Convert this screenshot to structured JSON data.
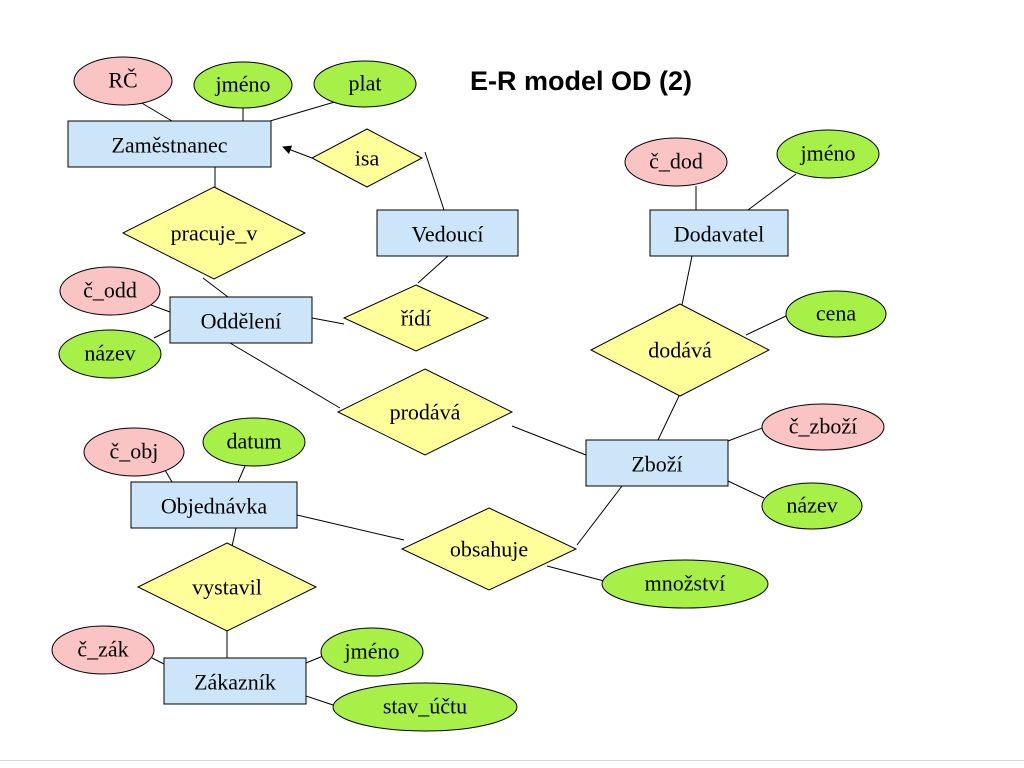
{
  "title": "E-R model OD (2)",
  "colors": {
    "entity": "#cce5f8",
    "relationship": "#ffff99",
    "key_attribute": "#fbc4c4",
    "attribute": "#a6f047",
    "stroke": "#000000"
  },
  "entities": [
    {
      "id": "zamestnanec",
      "label": "Zaměstnanec"
    },
    {
      "id": "vedouci",
      "label": "Vedoucí"
    },
    {
      "id": "dodavatel",
      "label": "Dodavatel"
    },
    {
      "id": "oddeleni",
      "label": "Oddělení"
    },
    {
      "id": "zbozi",
      "label": "Zboží"
    },
    {
      "id": "objednavka",
      "label": "Objednávka"
    },
    {
      "id": "zakaznik",
      "label": "Zákazník"
    }
  ],
  "relationships": [
    {
      "id": "isa",
      "label": "isa"
    },
    {
      "id": "pracuje_v",
      "label": "pracuje_v"
    },
    {
      "id": "ridi",
      "label": "řídí"
    },
    {
      "id": "dodava",
      "label": "dodává"
    },
    {
      "id": "prodava",
      "label": "prodává"
    },
    {
      "id": "obsahuje",
      "label": "obsahuje"
    },
    {
      "id": "vystavil",
      "label": "vystavil"
    }
  ],
  "attributes": [
    {
      "id": "rc",
      "label": "RČ",
      "key": true
    },
    {
      "id": "jmeno1",
      "label": "jméno",
      "key": false
    },
    {
      "id": "plat",
      "label": "plat",
      "key": false
    },
    {
      "id": "c_dod",
      "label": "č_dod",
      "key": true
    },
    {
      "id": "jmeno2",
      "label": "jméno",
      "key": false
    },
    {
      "id": "c_odd",
      "label": "č_odd",
      "key": true
    },
    {
      "id": "nazev1",
      "label": "název",
      "key": false
    },
    {
      "id": "cena",
      "label": "cena",
      "key": false
    },
    {
      "id": "c_zbozi",
      "label": "č_zboží",
      "key": true
    },
    {
      "id": "nazev2",
      "label": "název",
      "key": false
    },
    {
      "id": "c_obj",
      "label": "č_obj",
      "key": true
    },
    {
      "id": "datum",
      "label": "datum",
      "key": false
    },
    {
      "id": "mnozstvi",
      "label": "množství",
      "key": false
    },
    {
      "id": "c_zak",
      "label": "č_zák",
      "key": true
    },
    {
      "id": "jmeno3",
      "label": "jméno",
      "key": false
    },
    {
      "id": "stav_uctu",
      "label": "stav_účtu",
      "key": false
    }
  ]
}
